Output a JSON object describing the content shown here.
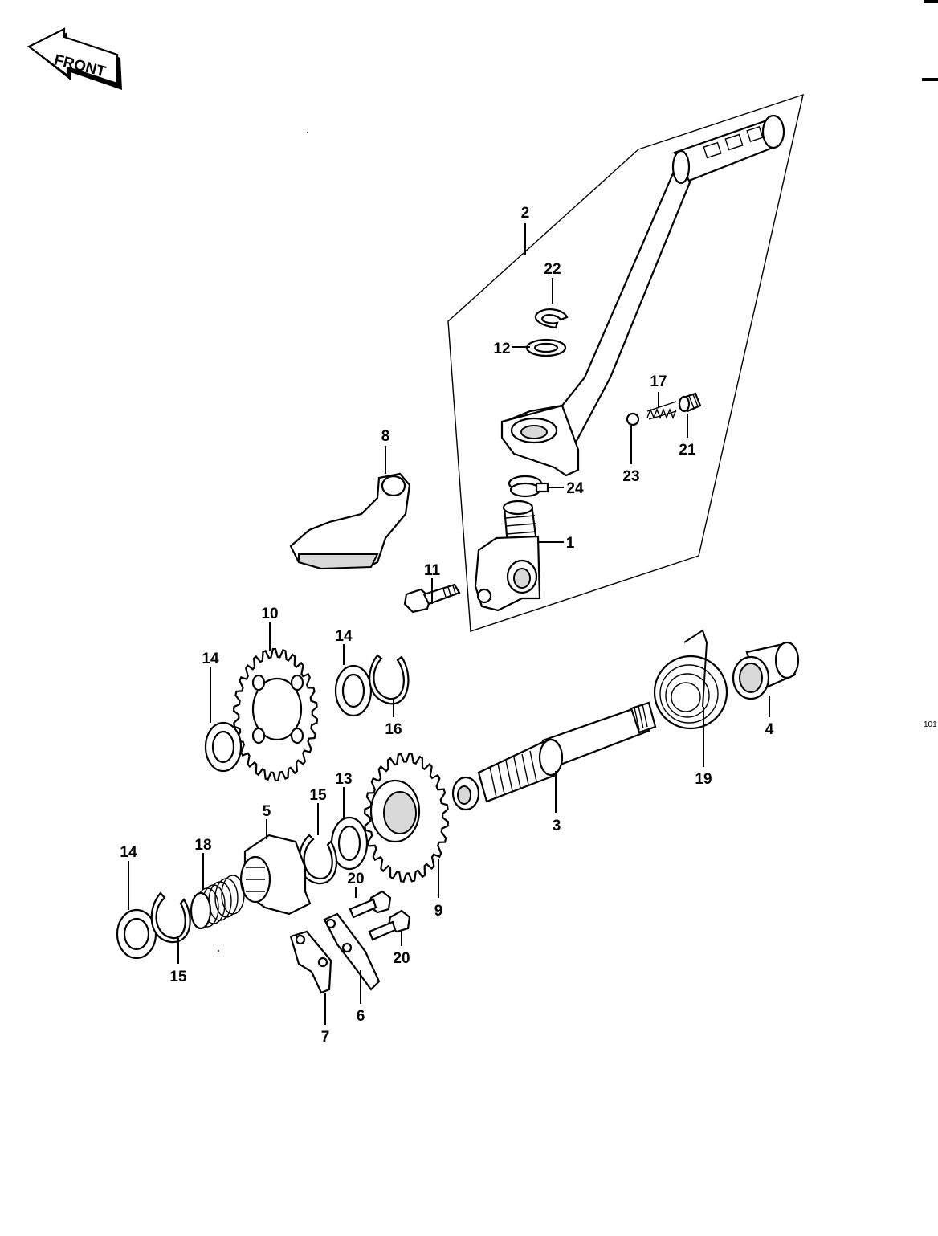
{
  "front_arrow": {
    "label": "FRONT"
  },
  "page_code": "101",
  "callouts": [
    {
      "id": "c1",
      "text": "1"
    },
    {
      "id": "c2",
      "text": "2"
    },
    {
      "id": "c3",
      "text": "3"
    },
    {
      "id": "c4",
      "text": "4"
    },
    {
      "id": "c5",
      "text": "5"
    },
    {
      "id": "c6",
      "text": "6"
    },
    {
      "id": "c7",
      "text": "7"
    },
    {
      "id": "c8",
      "text": "8"
    },
    {
      "id": "c9",
      "text": "9"
    },
    {
      "id": "c10",
      "text": "10"
    },
    {
      "id": "c11",
      "text": "11"
    },
    {
      "id": "c12",
      "text": "12"
    },
    {
      "id": "c13",
      "text": "13"
    },
    {
      "id": "c14a",
      "text": "14"
    },
    {
      "id": "c14b",
      "text": "14"
    },
    {
      "id": "c14c",
      "text": "14"
    },
    {
      "id": "c15a",
      "text": "15"
    },
    {
      "id": "c15b",
      "text": "15"
    },
    {
      "id": "c16",
      "text": "16"
    },
    {
      "id": "c17",
      "text": "17"
    },
    {
      "id": "c18",
      "text": "18"
    },
    {
      "id": "c19",
      "text": "19"
    },
    {
      "id": "c20a",
      "text": "20"
    },
    {
      "id": "c20b",
      "text": "20"
    },
    {
      "id": "c21",
      "text": "21"
    },
    {
      "id": "c22",
      "text": "22"
    },
    {
      "id": "c23",
      "text": "23"
    },
    {
      "id": "c24",
      "text": "24"
    }
  ]
}
